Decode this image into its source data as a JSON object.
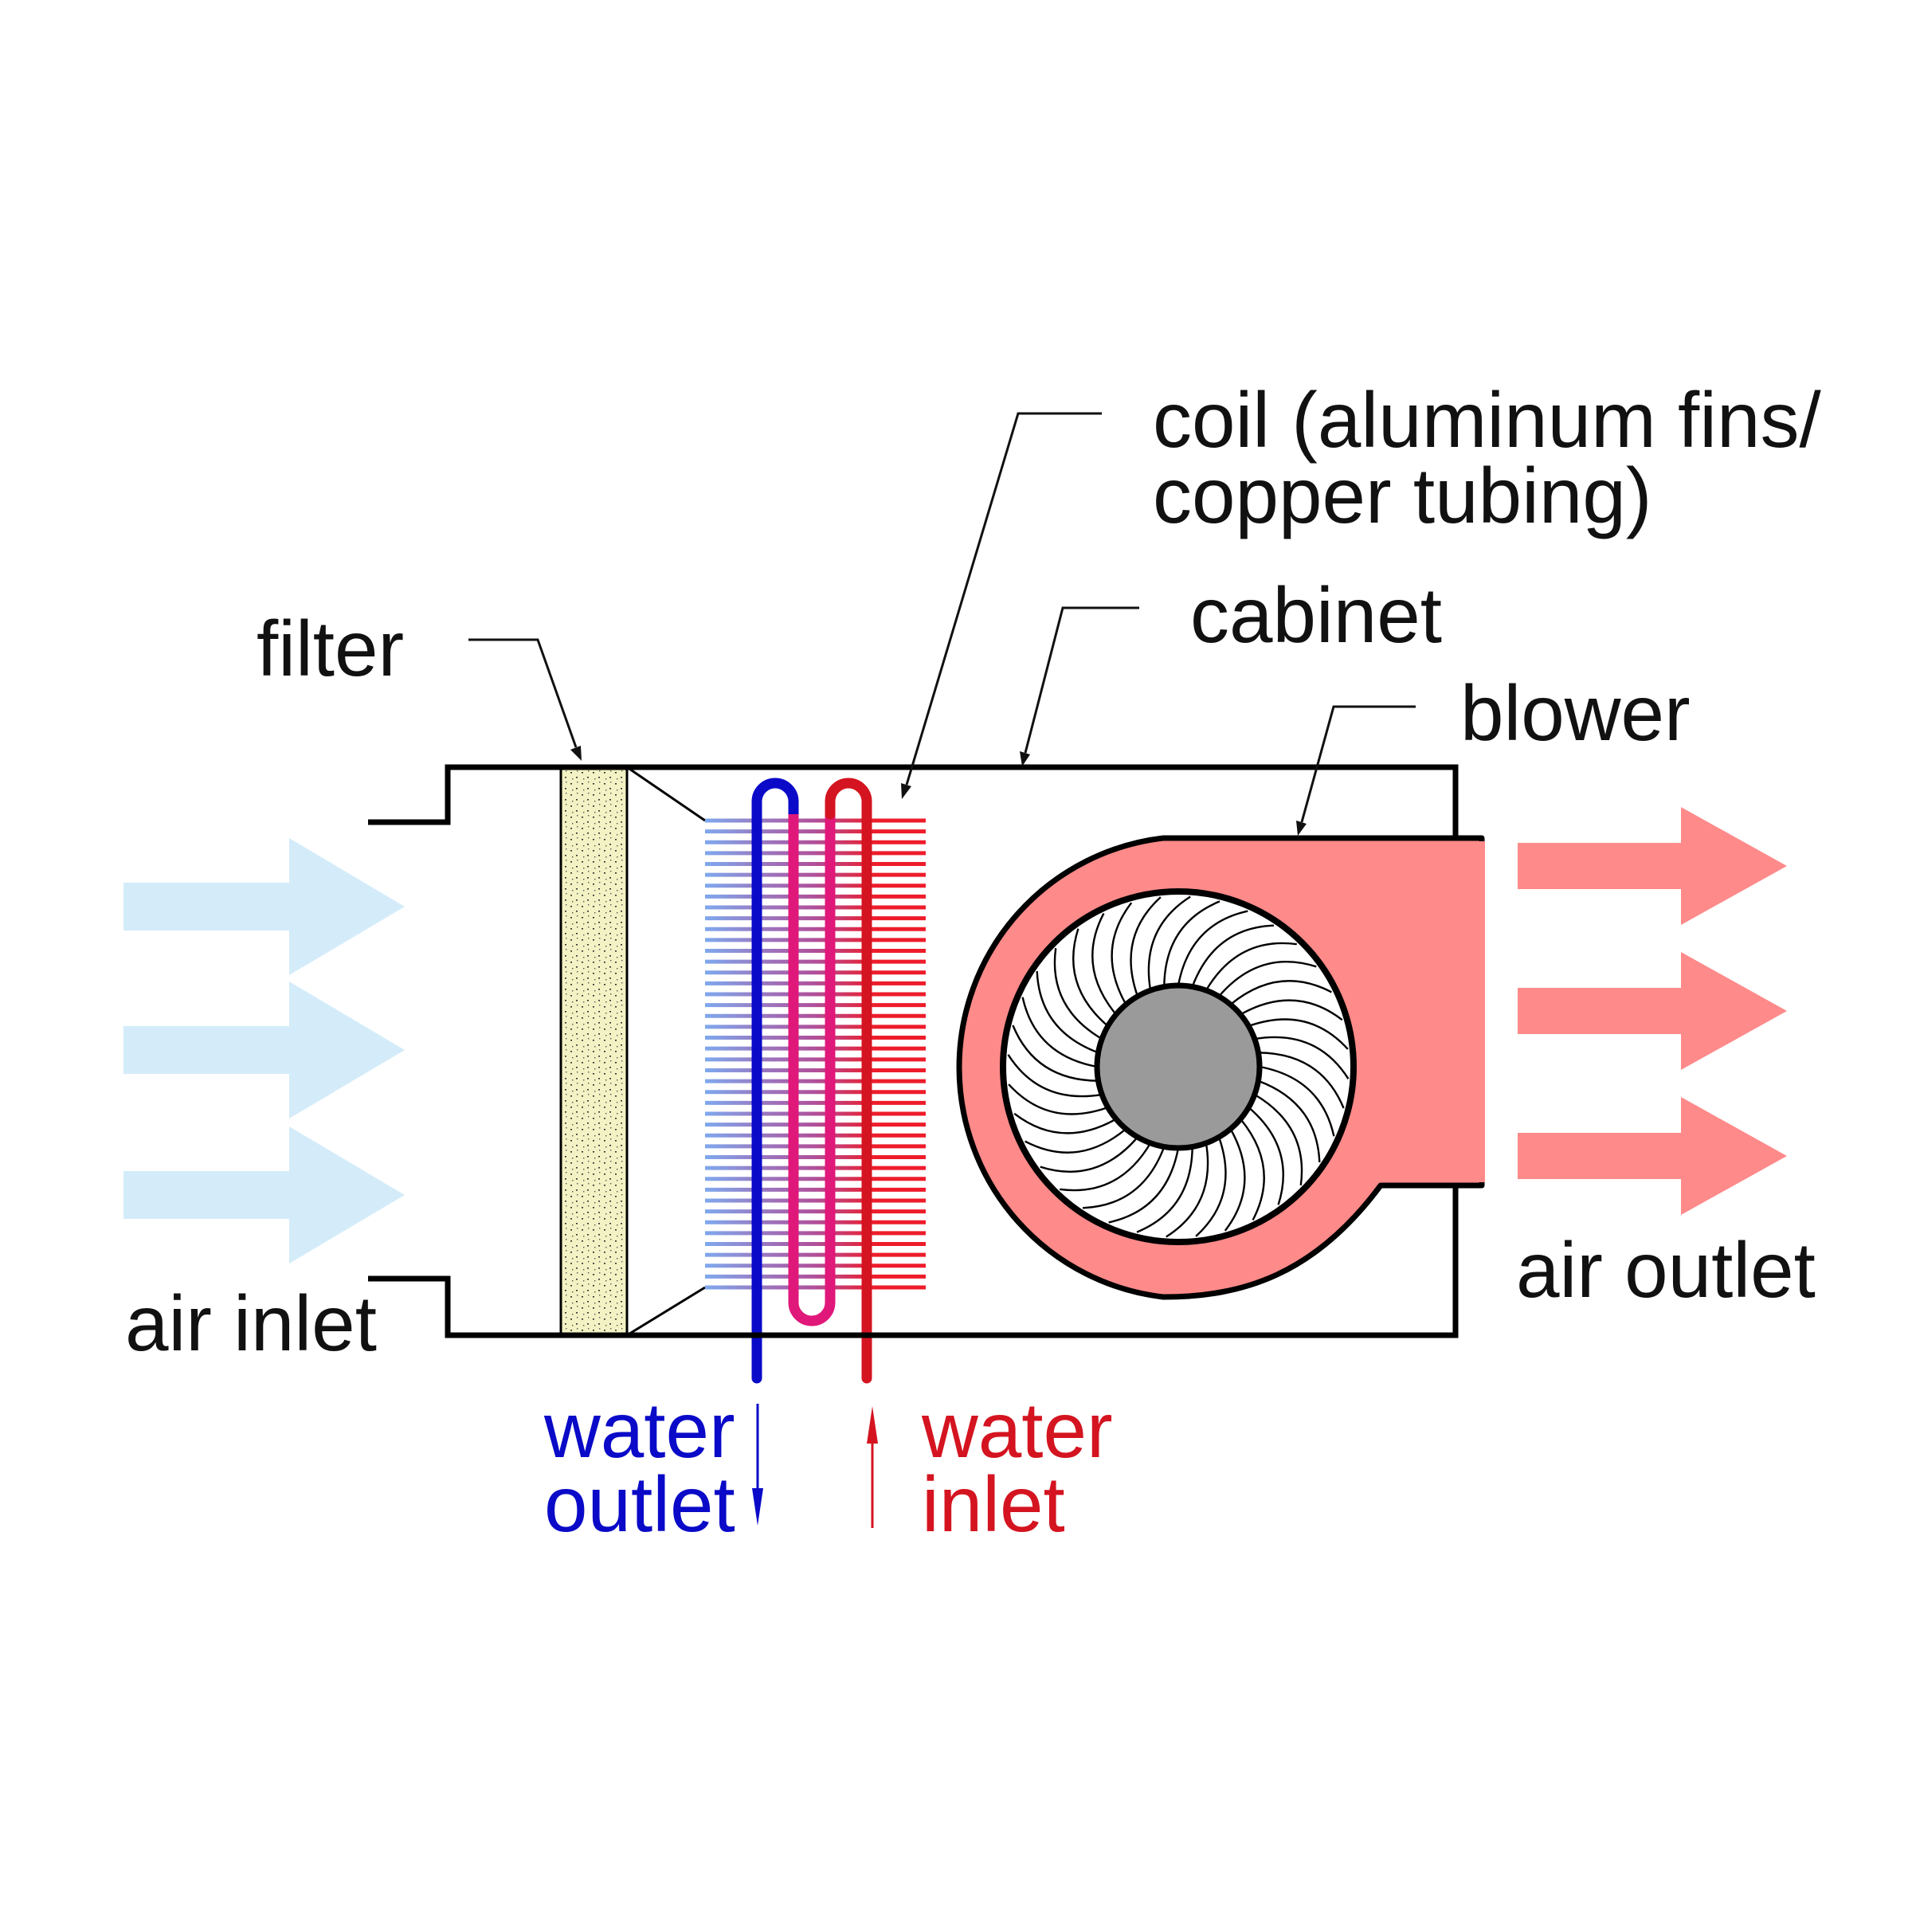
{
  "labels": {
    "coil_line1": "coil (aluminum fins/",
    "coil_line2": "copper tubing)",
    "cabinet": "cabinet",
    "filter": "filter",
    "blower": "blower",
    "air_inlet": "air inlet",
    "air_outlet": "air outlet",
    "water_outlet_line1": "water",
    "water_outlet_line2": "outlet",
    "water_inlet_line1": "water",
    "water_inlet_line2": "inlet"
  },
  "colors": {
    "inlet_air": "#d4ecfa",
    "outlet_air": "#ff8a8a",
    "filter_fill": "#f2f2c4",
    "coil_cold": "#7fa8ee",
    "coil_mid": "#b0509a",
    "coil_hot": "#ee1c2a",
    "tube_blue": "#0a0ac8",
    "tube_magenta": "#e0187a",
    "tube_red": "#d41420",
    "blower_housing": "#ff8a8a",
    "motor_hub": "#9a9a9a"
  }
}
